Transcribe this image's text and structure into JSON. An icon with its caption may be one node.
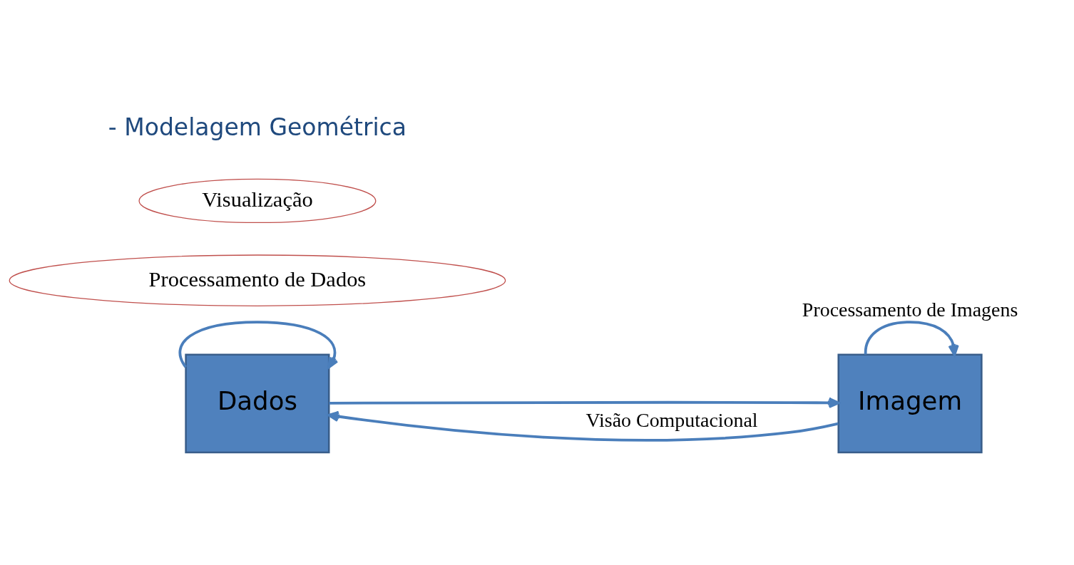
{
  "diagram": {
    "nodes": [
      {
        "text": [
          "Dados"
        ]
      },
      {
        "text": [
          "Imagem"
        ]
      },
      {
        "text": [
          "Processamento de Dados"
        ]
      },
      {
        "text": [
          "Visualização"
        ]
      }
    ],
    "edges": [
      {
        "from": 0,
        "to": 0,
        "arrow": "to"
      },
      {
        "from": 0,
        "to": 1,
        "arrow": "to"
      },
      {
        "from": 1,
        "to": 0,
        "arrow": "to",
        "label": "Visão Computacional"
      },
      {
        "from": 1,
        "to": 1,
        "arrow": "to",
        "label": "Processamento de Imagens"
      }
    ],
    "labels": [
      "- Modelagem Geométrica"
    ]
  }
}
